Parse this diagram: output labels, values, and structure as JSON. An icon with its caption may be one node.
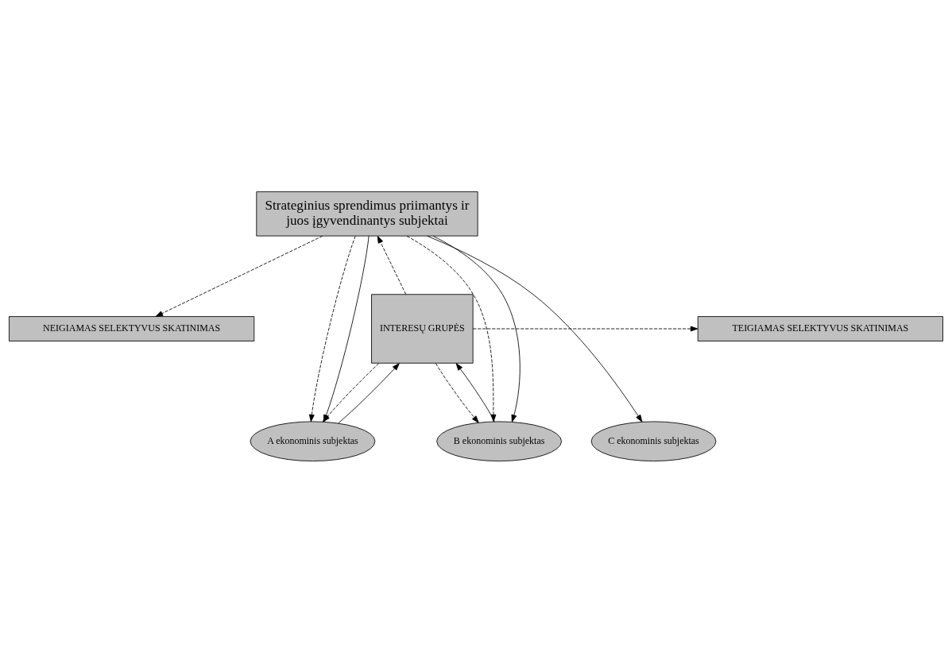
{
  "diagram": {
    "nodes": [
      {
        "text": [
          "Strateginius sprendimus priimantys ir juos įgyvendinantys subjektai"
        ]
      },
      {
        "text": [
          "INTERESŲ GRUPĖS"
        ]
      },
      {
        "text": [
          "TEIGIAMAS SELEKTYVUS SKATINIMAS"
        ]
      },
      {
        "text": [
          "NEIGIAMAS SELEKTYVUS SKATINIMAS"
        ]
      },
      {
        "text": [
          "A ekonominis subjektas"
        ]
      },
      {
        "text": [
          "B ekonominis subjektas"
        ]
      },
      {
        "text": [
          "C ekonominis subjektas"
        ]
      }
    ],
    "edges": [
      {
        "from": 1,
        "to": 0,
        "arrow": "to",
        "style": "dashed"
      },
      {
        "from": 1,
        "to": 2,
        "arrow": "to",
        "style": "dashed"
      },
      {
        "from": 1,
        "to": 4,
        "arrow": "to",
        "style": "dashed"
      },
      {
        "from": 1,
        "to": 5,
        "arrow": "to",
        "style": "dashed"
      },
      {
        "from": 0,
        "to": 3,
        "arrow": "to",
        "style": "dashed"
      },
      {
        "from": 0,
        "to": 4,
        "arrow": "to",
        "style": "dashed"
      },
      {
        "from": 0,
        "to": 5,
        "arrow": "to",
        "style": "dashed"
      },
      {
        "from": 0,
        "to": 4,
        "arrow": "to"
      },
      {
        "from": 0,
        "to": 5,
        "arrow": "to"
      },
      {
        "from": 0,
        "to": 6,
        "arrow": "to"
      },
      {
        "from": 4,
        "to": 1,
        "arrow": "to"
      },
      {
        "from": 5,
        "to": 1,
        "arrow": "to"
      }
    ]
  }
}
